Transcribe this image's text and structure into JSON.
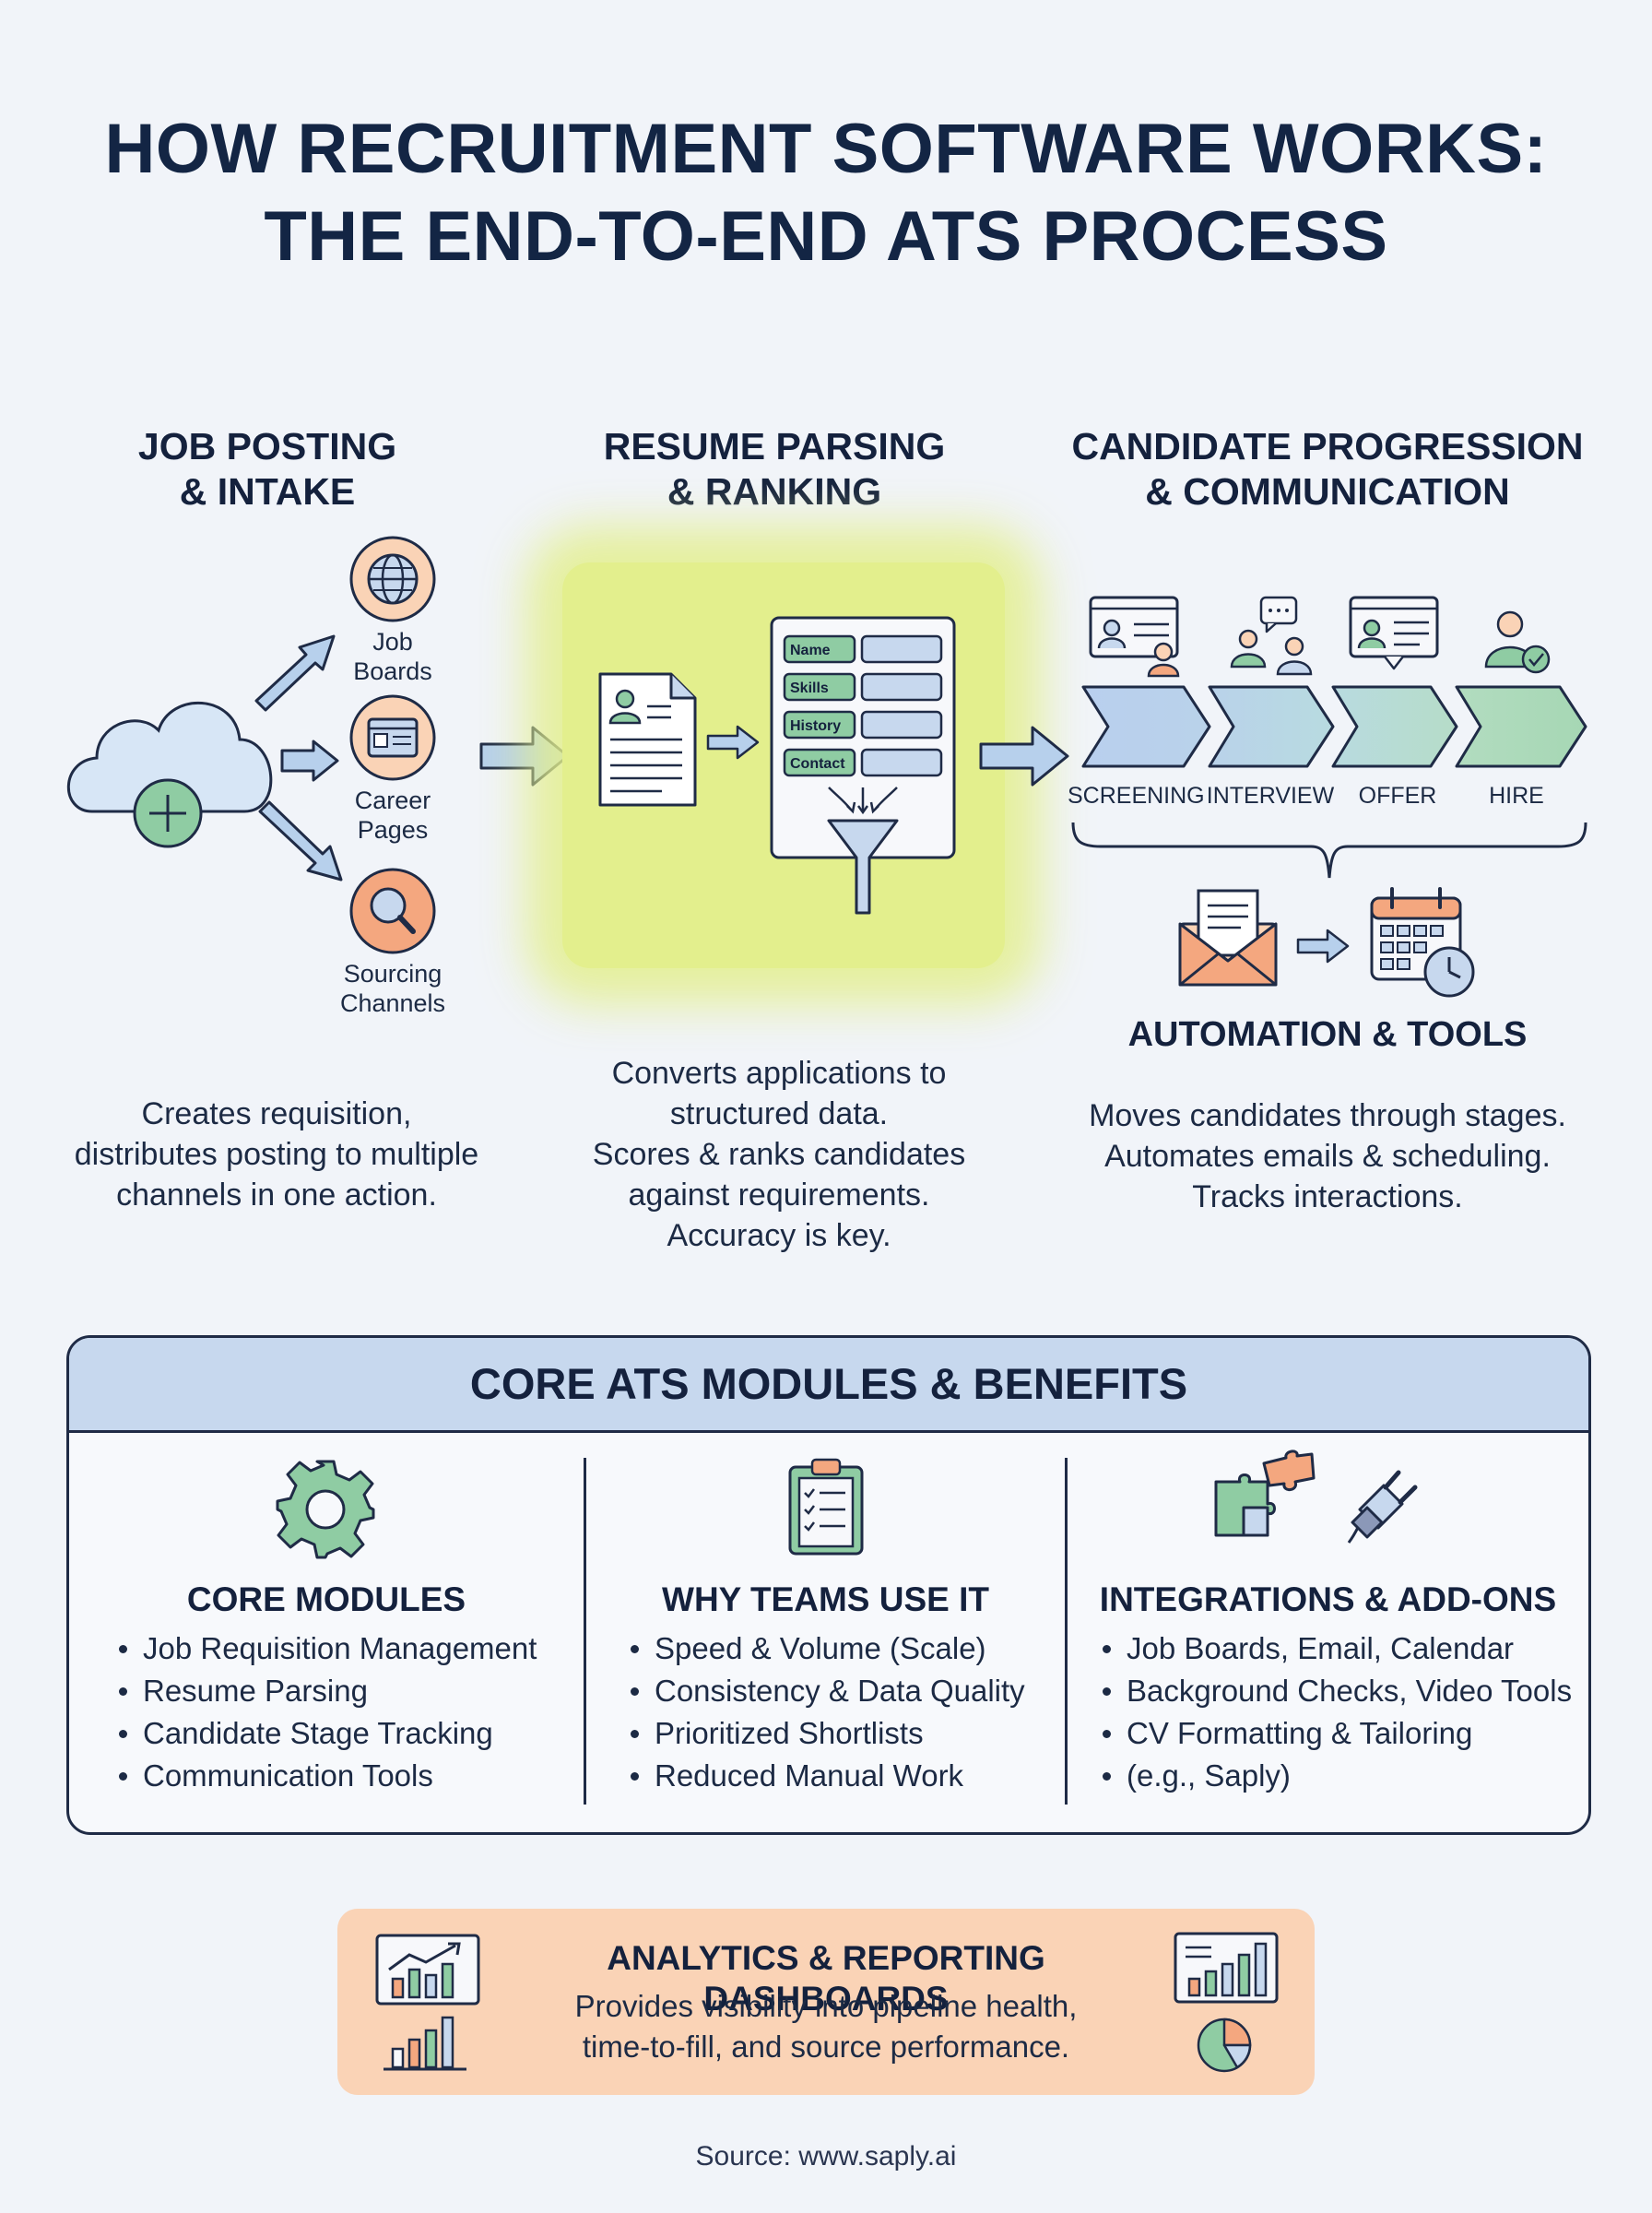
{
  "title": {
    "line1": "HOW RECRUITMENT SOFTWARE WORKS:",
    "line2": "THE END-TO-END ATS PROCESS"
  },
  "columns": {
    "job_posting": {
      "heading_line1": "JOB POSTING",
      "heading_line2": "& INTAKE",
      "channels": [
        {
          "label_line1": "Job",
          "label_line2": "Boards",
          "icon": "globe-icon"
        },
        {
          "label_line1": "Career",
          "label_line2": "Pages",
          "icon": "browser-window-icon"
        },
        {
          "label_line1": "Sourcing",
          "label_line2": "Channels",
          "icon": "magnifier-icon"
        }
      ],
      "description": [
        "Creates requisition,",
        "distributes posting to multiple",
        "channels in one action."
      ]
    },
    "resume_parsing": {
      "heading_line1": "RESUME PARSING",
      "heading_line2": "& RANKING",
      "fields": [
        "Name",
        "Skills",
        "History",
        "Contact"
      ],
      "description": [
        "Converts applications to",
        "structured data.",
        "Scores & ranks candidates",
        "against requirements.",
        "Accuracy is key."
      ]
    },
    "candidate_progression": {
      "heading_line1": "CANDIDATE PROGRESSION",
      "heading_line2": "& COMMUNICATION",
      "stages": [
        "SCREENING",
        "INTERVIEW",
        "OFFER",
        "HIRE"
      ],
      "automation_heading": "AUTOMATION & TOOLS",
      "description": [
        "Moves candidates through stages.",
        "Automates emails & scheduling.",
        "Tracks interactions."
      ]
    }
  },
  "modules": {
    "header": "CORE ATS MODULES & BENEFITS",
    "sections": [
      {
        "heading": "CORE MODULES",
        "icon": "gear-icon",
        "items": [
          "Job Requisition Management",
          "Resume Parsing",
          "Candidate Stage Tracking",
          "Communication Tools"
        ]
      },
      {
        "heading": "WHY TEAMS USE IT",
        "icon": "clipboard-checklist-icon",
        "items": [
          "Speed & Volume (Scale)",
          "Consistency & Data Quality",
          "Prioritized Shortlists",
          "Reduced Manual Work"
        ]
      },
      {
        "heading": "INTEGRATIONS & ADD-ONS",
        "icon": "puzzle-plug-icon",
        "items": [
          "Job Boards, Email, Calendar",
          "Background Checks, Video Tools",
          "CV Formatting & Tailoring",
          "(e.g., Saply)"
        ]
      }
    ]
  },
  "analytics": {
    "heading": "ANALYTICS & REPORTING DASHBOARDS",
    "description": [
      "Provides visibility into pipeline health,",
      "time-to-fill, and source performance."
    ]
  },
  "source": "Source: www.saply.ai",
  "colors": {
    "background": "#f1f4f9",
    "navy": "#14213d",
    "highlight": "#e3ef8d",
    "blue_light": "#c7d8ee",
    "green": "#8fcca3",
    "peach": "#fad3b6",
    "orange": "#f4a77f"
  }
}
